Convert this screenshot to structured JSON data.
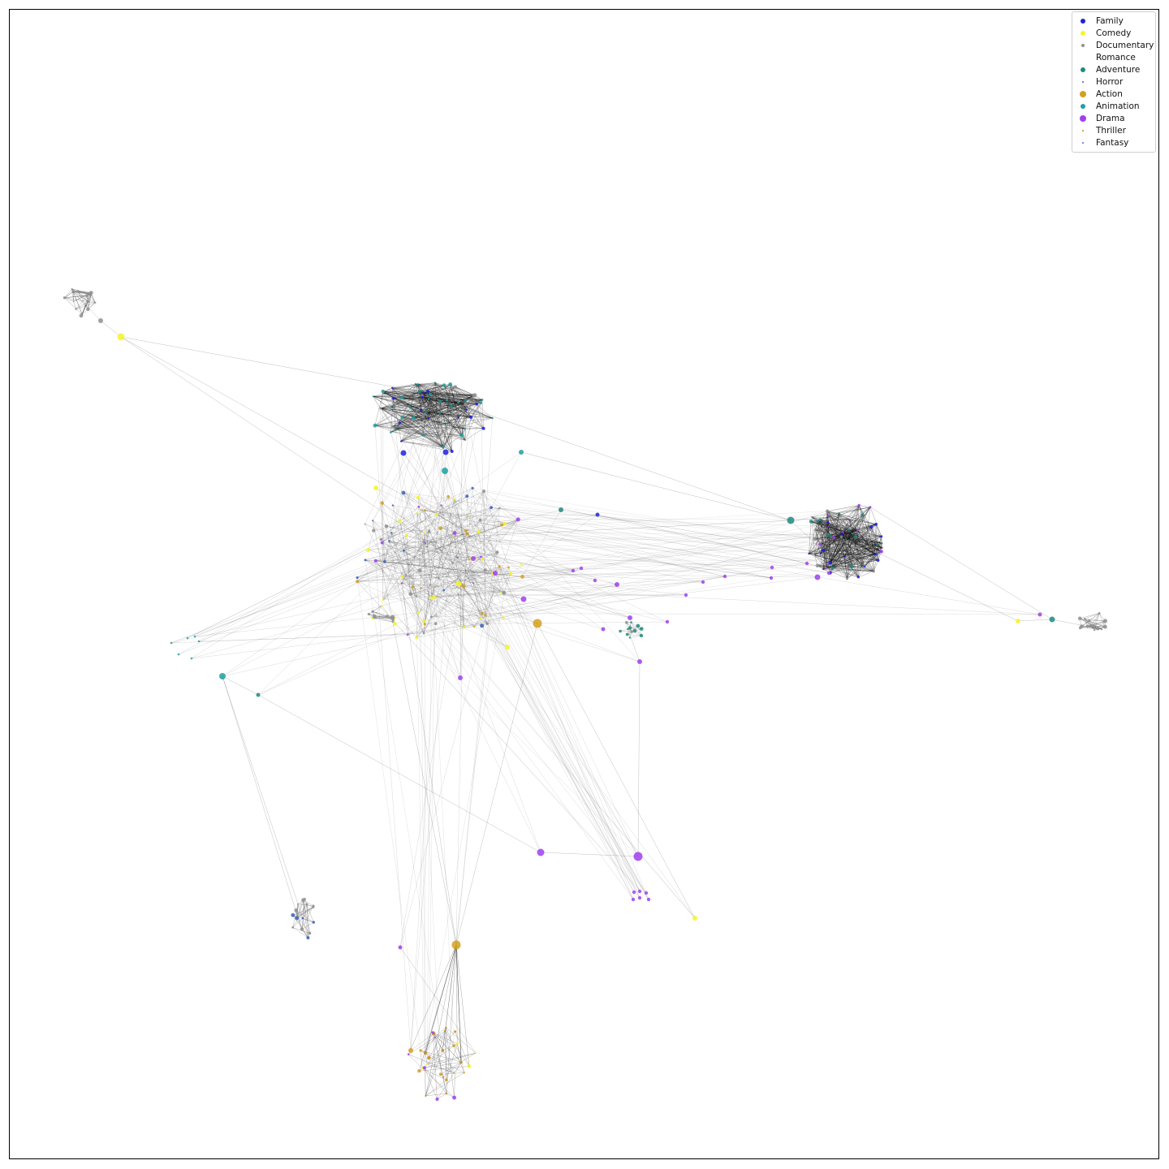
{
  "legend": {
    "items": [
      {
        "label": "Family",
        "color": "#2020e0"
      },
      {
        "label": "Comedy",
        "color": "#f5f52a"
      },
      {
        "label": "Documentary",
        "color": "#909090"
      },
      {
        "label": "Romance",
        "color": "#ffffff"
      },
      {
        "label": "Adventure",
        "color": "#1f8a80"
      },
      {
        "label": "Horror",
        "color": "#3a60c0"
      },
      {
        "label": "Action",
        "color": "#d4a020"
      },
      {
        "label": "Animation",
        "color": "#20a0a0"
      },
      {
        "label": "Drama",
        "color": "#a040f0"
      },
      {
        "label": "Thriller",
        "color": "#c88a20"
      },
      {
        "label": "Fantasy",
        "color": "#6060e0"
      }
    ]
  }
}
